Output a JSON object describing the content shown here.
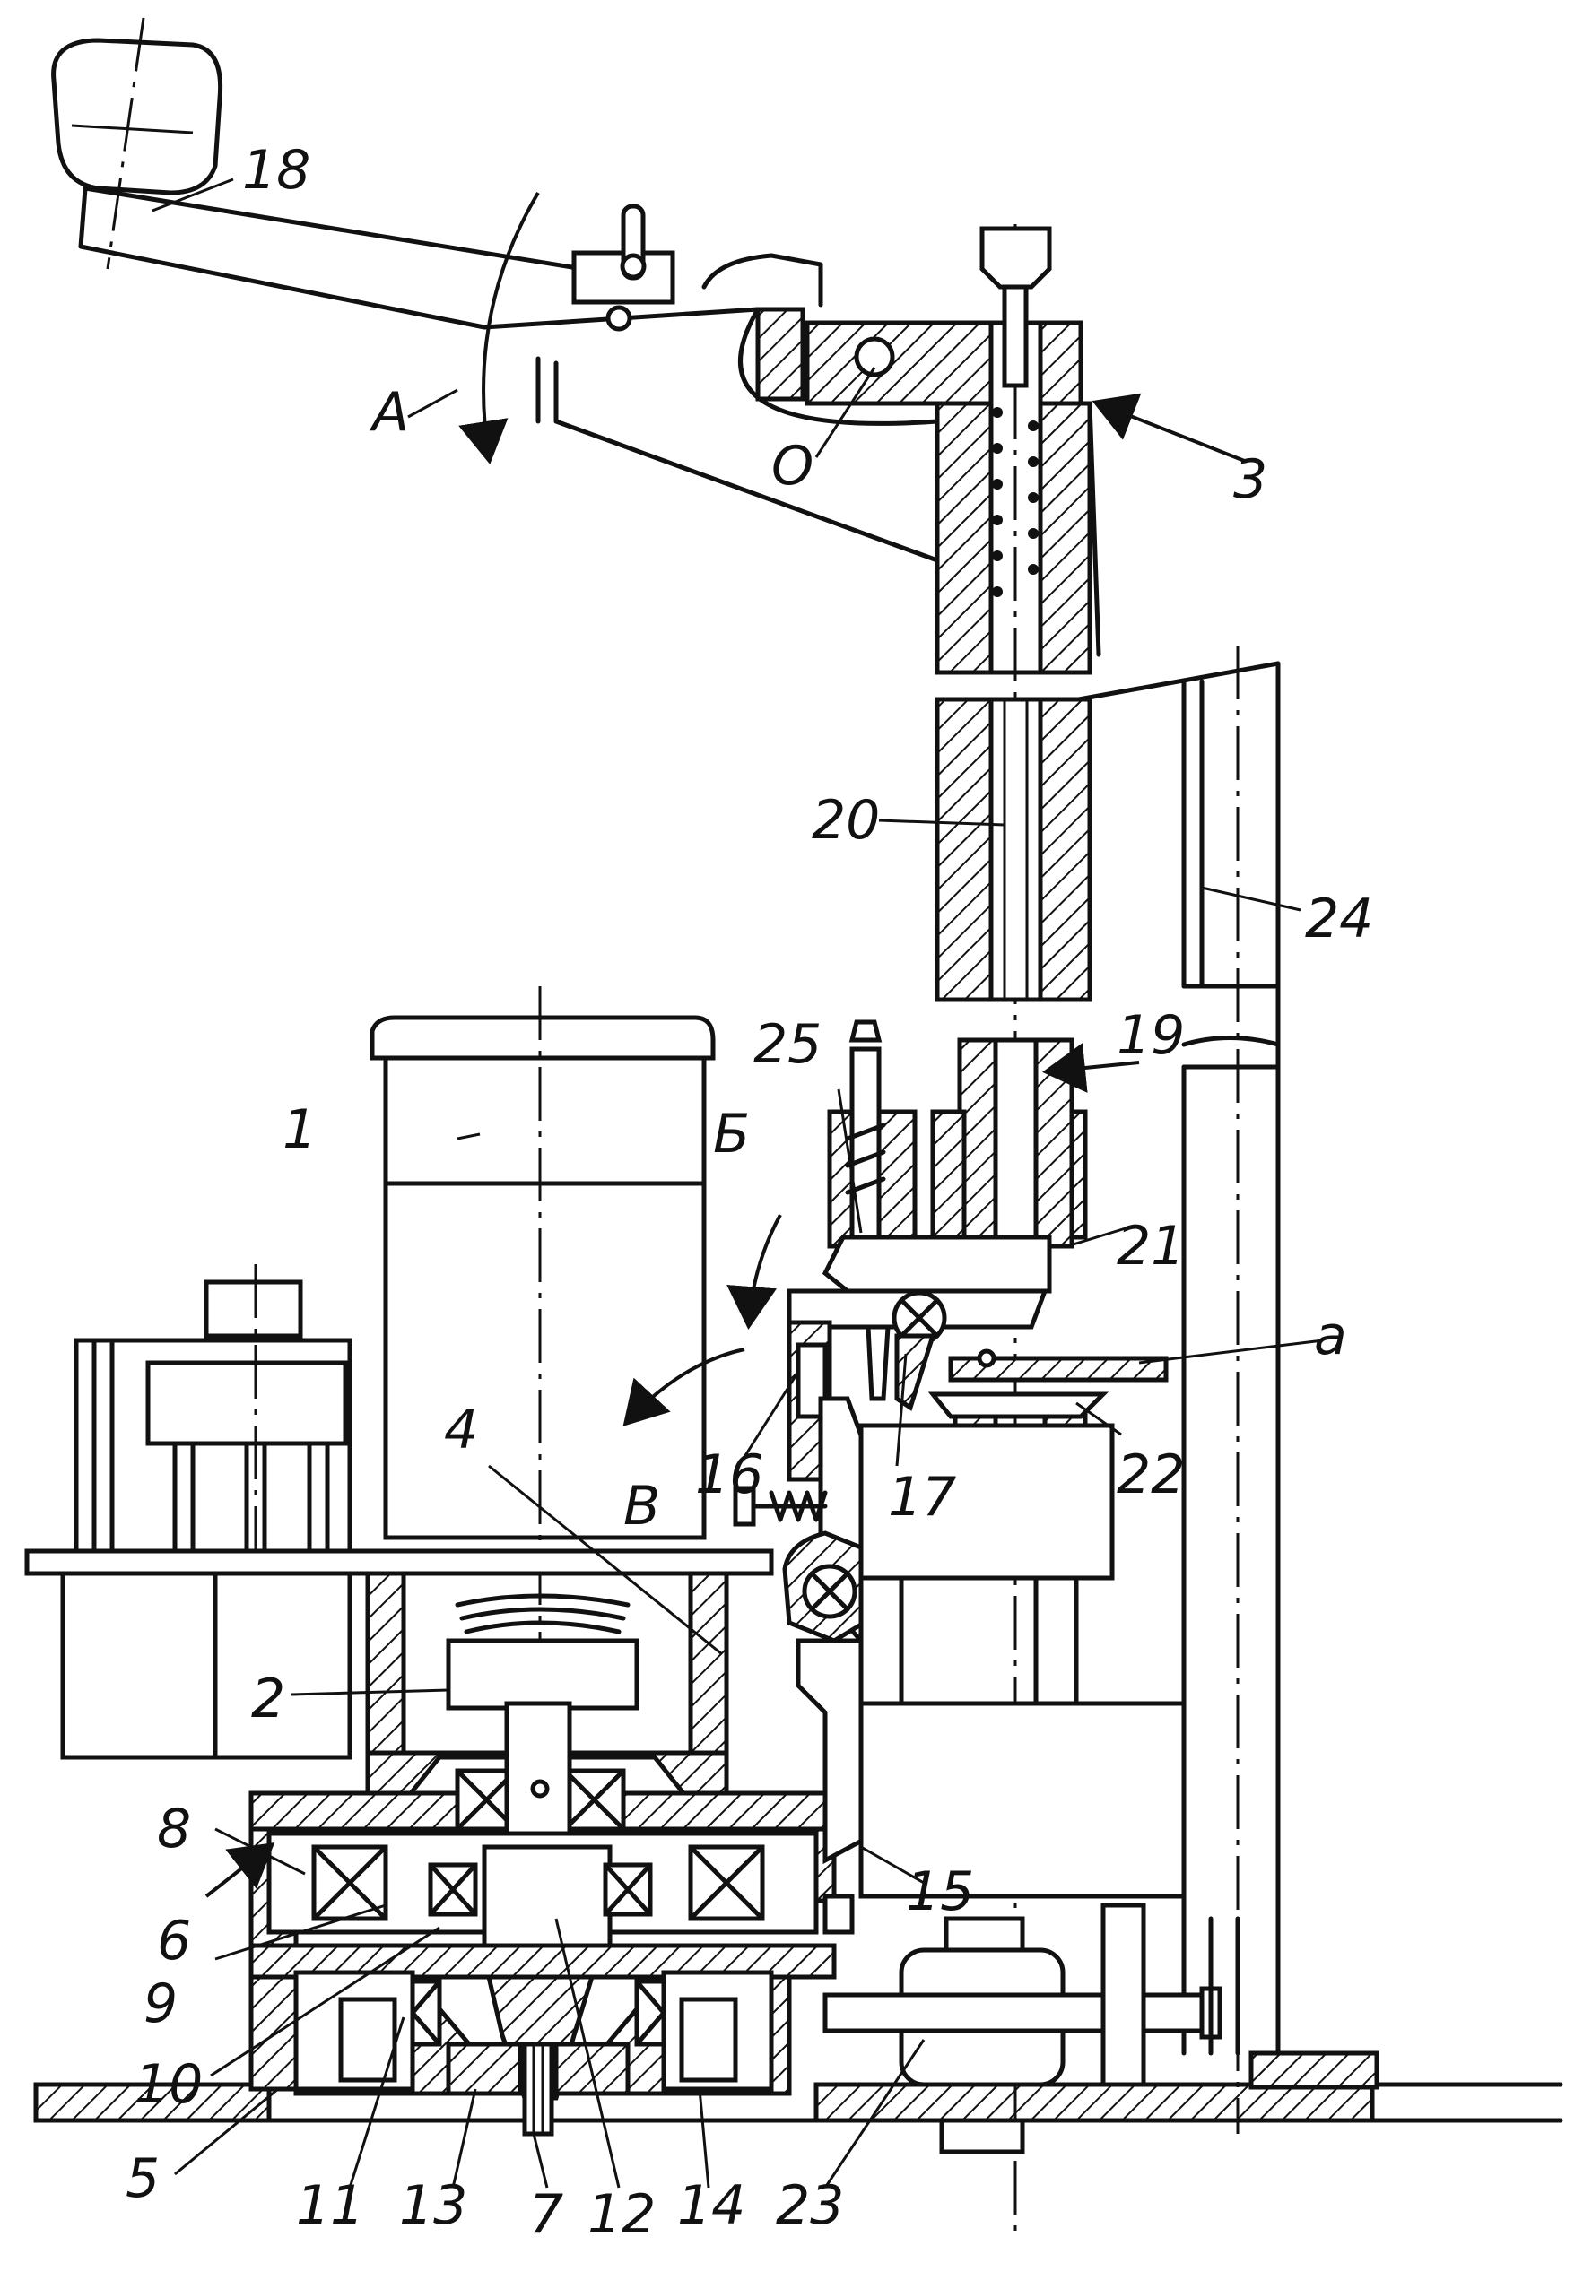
{
  "labels": {
    "l1": "1",
    "l2": "2",
    "l3": "3",
    "l4": "4",
    "l5": "5",
    "l6": "6",
    "l7": "7",
    "l8": "8",
    "l9": "9",
    "l10": "10",
    "l11": "11",
    "l12": "12",
    "l13": "13",
    "l14": "14",
    "l15": "15",
    "l16": "16",
    "l17": "17",
    "l18": "18",
    "l19": "19",
    "l20": "20",
    "l21": "21",
    "l22": "22",
    "l23": "23",
    "l24": "24",
    "l25": "25"
  },
  "letters": {
    "A": "A",
    "O": "O",
    "B_cyr": "Б",
    "V": "В",
    "a": "a"
  }
}
